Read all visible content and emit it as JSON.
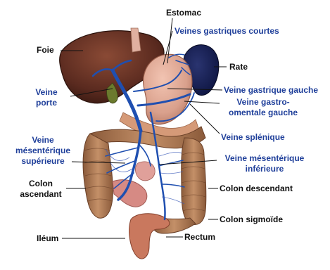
{
  "colors": {
    "black_label": "#111111",
    "blue_label": "#1f3f9a",
    "vein": "#1f4fb0",
    "liver": "#5a2a1f",
    "spleen": "#0d1440",
    "stomach": "#d9a08c",
    "colon": "#b07a52",
    "small_intestine": "#d68a84",
    "rectum": "#c9785e"
  },
  "labels": {
    "estomac": "Estomac",
    "veines_gastriques_courtes": "Veines gastriques courtes",
    "foie": "Foie",
    "rate": "Rate",
    "veine_porte_line1": "Veine",
    "veine_porte_line2": "porte",
    "veine_gastrique_gauche": "Veine gastrique gauche",
    "veine_gastro_omentale_line1": "Veine gastro-",
    "veine_gastro_omentale_line2": "omentale gauche",
    "veine_splenique": "Veine splénique",
    "veine_mes_sup_line1": "Veine",
    "veine_mes_sup_line2": "mésentérique",
    "veine_mes_sup_line3": "supérieure",
    "veine_mes_inf_line1": "Veine mésentérique",
    "veine_mes_inf_line2": "inférieure",
    "colon_ascendant_line1": "Colon",
    "colon_ascendant_line2": "ascendant",
    "colon_descendant": "Colon descendant",
    "colon_sigmoide": "Colon sigmoïde",
    "ileum": "Iléum",
    "rectum": "Rectum"
  }
}
